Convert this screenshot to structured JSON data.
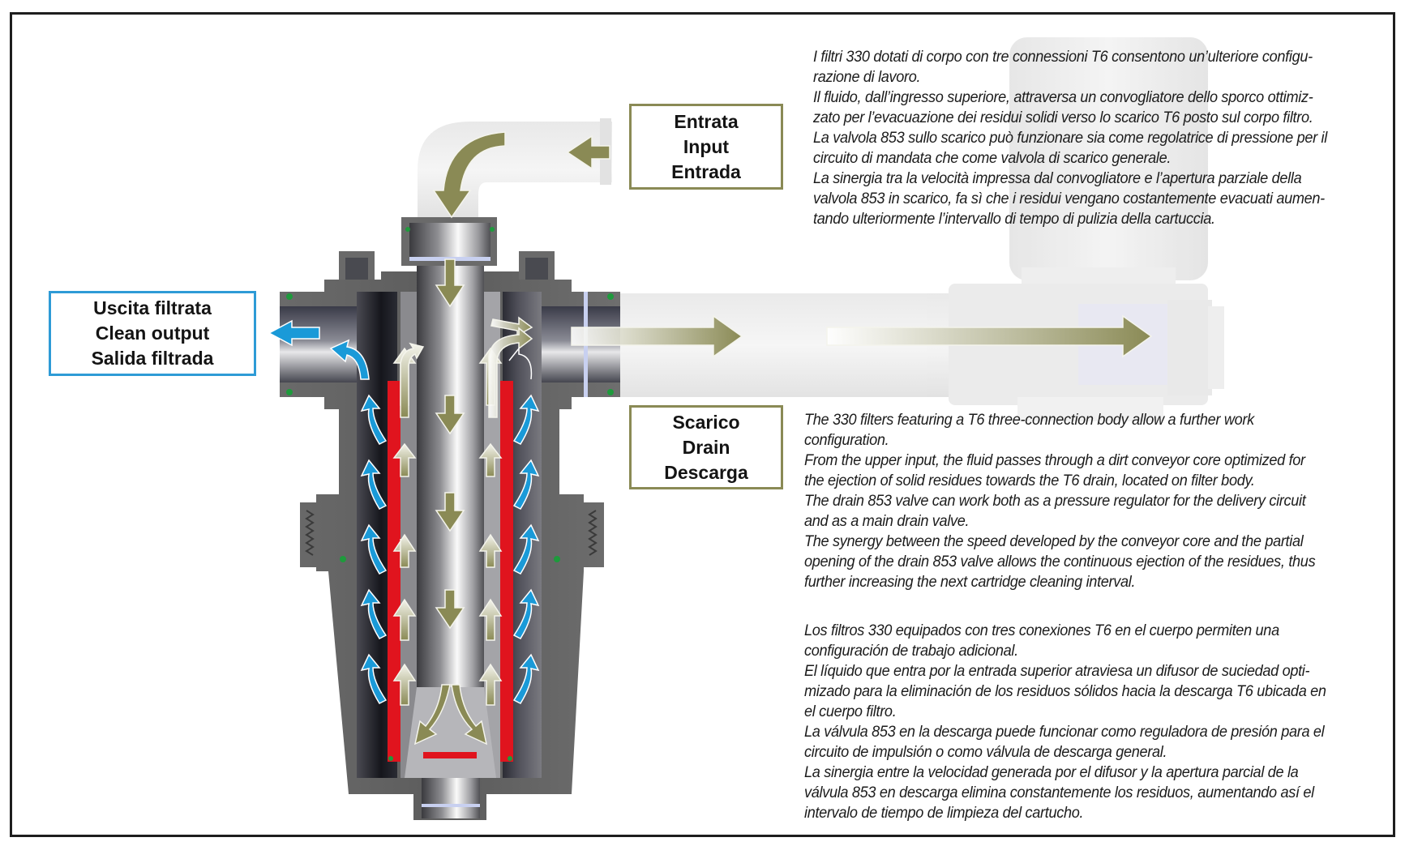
{
  "labels": {
    "inlet": {
      "lines": [
        "Entrata",
        "Input",
        "Entrada"
      ]
    },
    "drain": {
      "lines": [
        "Scarico",
        "Drain",
        "Descarga"
      ]
    },
    "clean_output": {
      "lines": [
        "Uscita filtrata",
        "Clean output",
        "Salida filtrada"
      ]
    }
  },
  "colors": {
    "inlet_flow": "#8a8a55",
    "clean_flow": "#1a9ad8",
    "cartridge": "#e0141e",
    "body": "#5a5a5a",
    "seal": "#1e9a3c",
    "clean_box_border": "#2e9bd6",
    "olive_box_border": "#8a8a55"
  },
  "descriptions": {
    "italian": [
      "I filtri 330 dotati di corpo con tre connessioni T6 consentono un’ulteriore configu-",
      "razione di lavoro.",
      "Il fluido, dall’ingresso superiore, attraversa un convogliatore dello sporco ottimiz-",
      "zato per l’evacuazione dei residui solidi verso lo scarico T6 posto sul corpo filtro.",
      "La valvola 853 sullo scarico può funzionare sia come regolatrice di pressione per il",
      "circuito di mandata che come valvola di scarico generale.",
      "La sinergia tra la velocità impressa dal convogliatore e l’apertura parziale della",
      "valvola 853 in scarico, fa sì che i residui vengano costantemente evacuati aumen-",
      "tando ulteriormente l’intervallo di tempo di pulizia della cartuccia."
    ],
    "english": [
      "The 330 filters featuring a T6 three-connection body allow a further work",
      "configuration.",
      "From the upper input, the fluid passes through a dirt conveyor core optimized for",
      "the ejection of solid residues towards the T6 drain, located on filter body.",
      "The drain 853 valve can work both as a pressure regulator for the delivery circuit",
      "and as a main drain valve.",
      "The synergy between the speed developed by the conveyor core and the partial",
      "opening of the drain 853 valve allows the continuous ejection of the residues, thus",
      "further increasing the next cartridge cleaning interval."
    ],
    "spanish": [
      "Los filtros 330 equipados con tres conexiones T6 en el cuerpo permiten una",
      "configuración de trabajo adicional.",
      "El líquido que entra por la entrada superior atraviesa un difusor de suciedad opti-",
      "mizado para la eliminación de los residuos sólidos hacia la descarga T6 ubicada en",
      "el cuerpo filtro.",
      "La válvula 853 en la descarga puede funcionar como reguladora de presión para el",
      "circuito de impulsión o como válvula de descarga general.",
      "La sinergia entre la velocidad generada por el difusor y la apertura parcial de la",
      "válvula 853 en descarga elimina constantemente los residuos, aumentando así el",
      "intervalo de tiempo de limpieza del cartucho."
    ]
  }
}
